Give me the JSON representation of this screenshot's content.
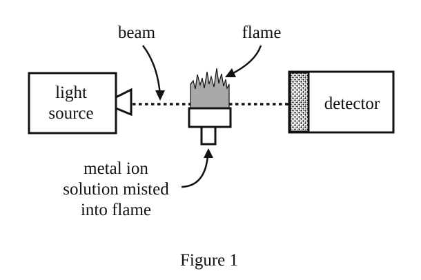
{
  "labels": {
    "beam": "beam",
    "flame": "flame",
    "light_source_line1": "light",
    "light_source_line2": "source",
    "detector": "detector",
    "solution_line1": "metal ion",
    "solution_line2": "solution misted",
    "solution_line3": "into flame"
  },
  "caption": "Figure 1",
  "colors": {
    "ink": "#111111",
    "flame_fill": "#a9a9a9",
    "background": "#ffffff"
  }
}
